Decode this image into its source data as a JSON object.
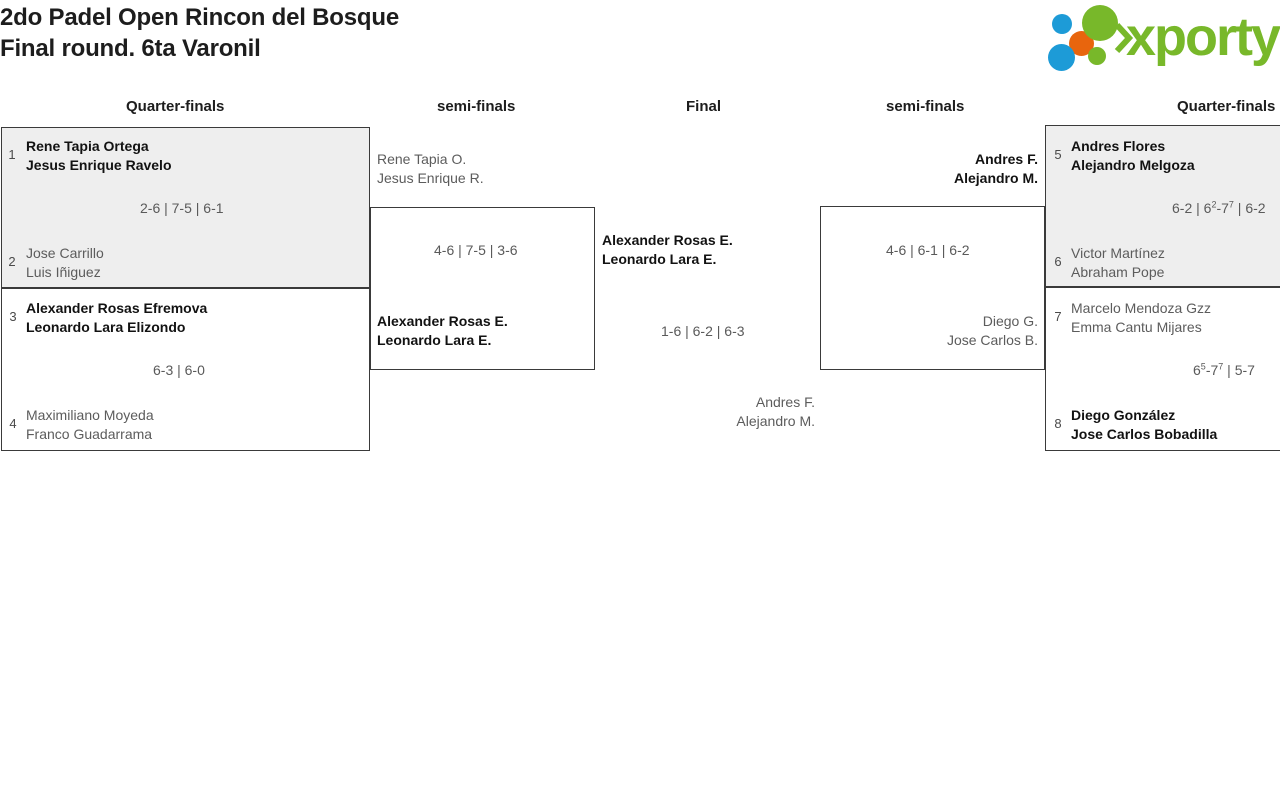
{
  "header": {
    "title_line1": "2do Padel Open Rincon del Bosque",
    "title_line2": "Final round. 6ta Varonil"
  },
  "logo": {
    "wordmark": "xporty",
    "colors": {
      "green": "#78b82a",
      "blue": "#1d9bd7",
      "orange": "#e8650d"
    }
  },
  "rounds": [
    {
      "label": "Quarter-finals"
    },
    {
      "label": "semi-finals"
    },
    {
      "label": "Final"
    },
    {
      "label": "semi-finals"
    },
    {
      "label": "Quarter-finals"
    }
  ],
  "matches": {
    "qf1": {
      "score": "2-6 | 7-5 | 6-1",
      "top": {
        "seed": "1",
        "player1": "Rene Tapia Ortega",
        "player2": "Jesus Enrique Ravelo",
        "result": "winner"
      },
      "bottom": {
        "seed": "2",
        "player1": "Jose Carrillo",
        "player2": "Luis Iñiguez",
        "result": "loser"
      }
    },
    "qf2": {
      "score": "6-3 | 6-0",
      "top": {
        "seed": "3",
        "player1": "Alexander Rosas Efremova",
        "player2": "Leonardo Lara Elizondo",
        "result": "winner"
      },
      "bottom": {
        "seed": "4",
        "player1": "Maximiliano Moyeda",
        "player2": "Franco Guadarrama",
        "result": "loser"
      }
    },
    "qf3": {
      "score_prefix": "6-2 | 6",
      "score_sup1": "2",
      "score_mid": "-7",
      "score_sup2": "7",
      "score_suffix": " | 6-2",
      "score_full": "6-2 | 6²-7⁷ | 6-2",
      "top": {
        "seed": "5",
        "player1": "Andres Flores",
        "player2": "Alejandro Melgoza",
        "result": "winner"
      },
      "bottom": {
        "seed": "6",
        "player1": "Victor Martínez",
        "player2": "Abraham Pope",
        "result": "loser"
      }
    },
    "qf4": {
      "score_prefix": "6",
      "score_sup1": "5",
      "score_mid": "-7",
      "score_sup2": "7",
      "score_suffix": " | 5-7",
      "score_full": "6⁵-7⁷ | 5-7",
      "top": {
        "seed": "7",
        "player1": "Marcelo Mendoza Gzz",
        "player2": "Emma Cantu Mijares",
        "result": "loser"
      },
      "bottom": {
        "seed": "8",
        "player1": "Diego González",
        "player2": "Jose Carlos Bobadilla",
        "result": "winner"
      }
    },
    "sf1": {
      "score": "4-6 | 7-5 | 3-6",
      "top": {
        "player1": "Rene Tapia O.",
        "player2": "Jesus Enrique R.",
        "result": "loser"
      },
      "bottom": {
        "player1": "Alexander Rosas E.",
        "player2": "Leonardo Lara E.",
        "result": "winner"
      }
    },
    "sf2": {
      "score": "4-6 | 6-1 | 6-2",
      "top": {
        "player1": "Andres F.",
        "player2": "Alejandro M.",
        "result": "winner"
      },
      "bottom": {
        "player1": "Diego G.",
        "player2": "Jose Carlos B.",
        "result": "loser"
      }
    },
    "final": {
      "score": "1-6 | 6-2 | 6-3",
      "left": {
        "player1": "Alexander Rosas E.",
        "player2": "Leonardo Lara E.",
        "result": "winner"
      },
      "right": {
        "player1": "Andres F.",
        "player2": "Alejandro M.",
        "result": "loser"
      }
    }
  }
}
